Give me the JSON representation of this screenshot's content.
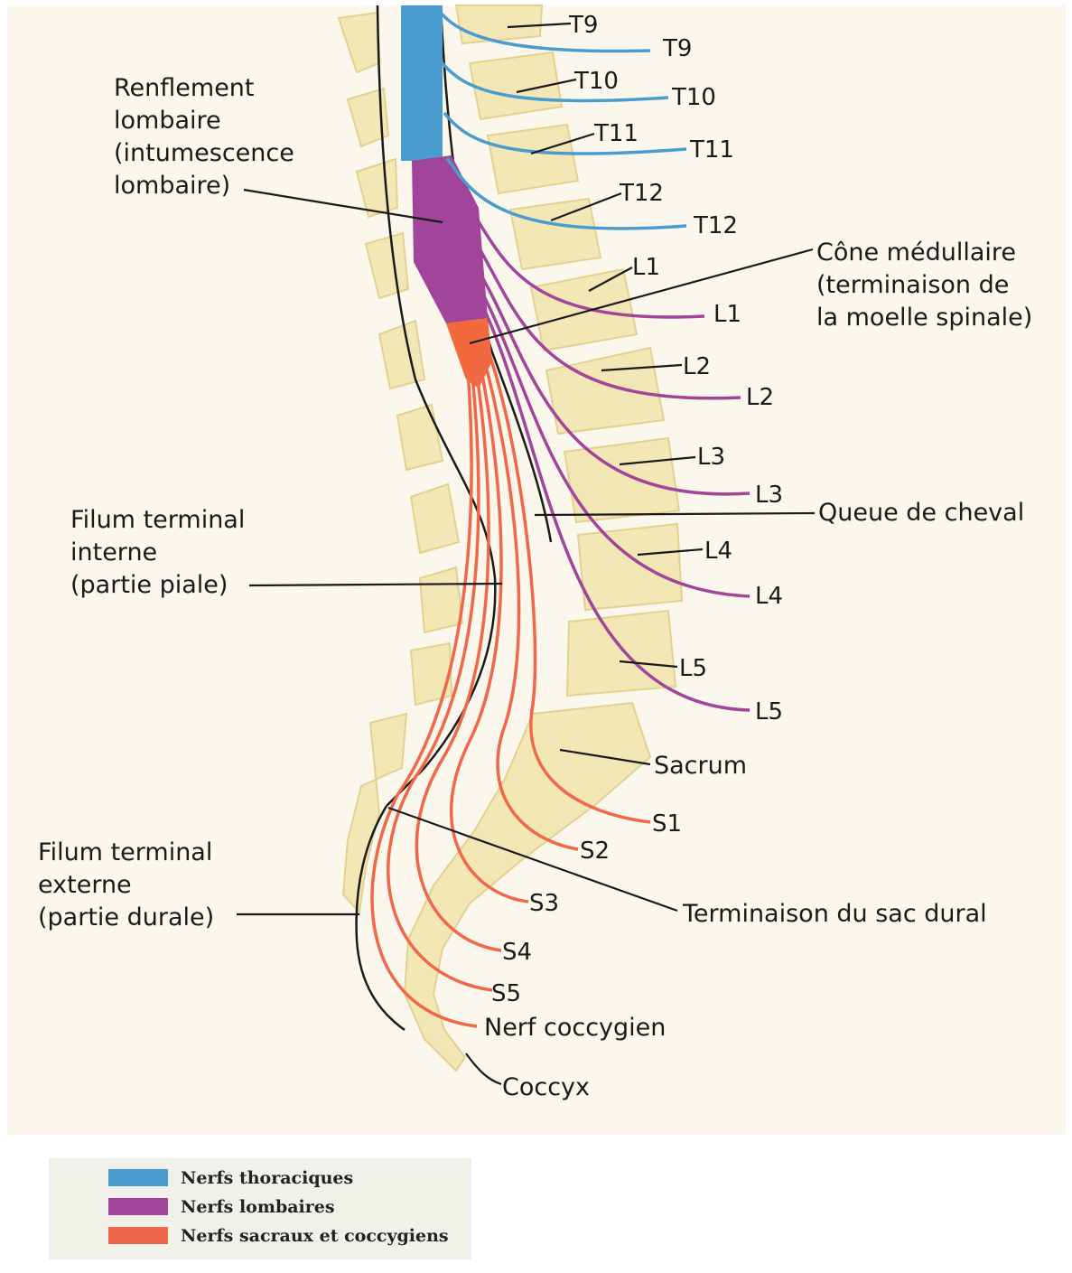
{
  "title_labels": {
    "renflement_line1": "Renflement",
    "renflement_line2": "lombaire",
    "renflement_line3": "(intumescence",
    "renflement_line4": "lombaire)",
    "cone_line1": "Cône médullaire",
    "cone_line2": "(terminaison de",
    "cone_line3": "la moelle spinale)",
    "queue": "Queue de cheval",
    "filum_int_line1": "Filum terminal",
    "filum_int_line2": "interne",
    "filum_int_line3": "(partie piale)",
    "filum_ext_line1": "Filum terminal",
    "filum_ext_line2": "externe",
    "filum_ext_line3": "(partie durale)",
    "sacrum": "Sacrum",
    "terminaison_sac": "Terminaison du sac dural",
    "nerf_coccygien": "Nerf coccygien",
    "coccyx": "Coccyx"
  },
  "vertebra_labels": [
    "T9",
    "T10",
    "T11",
    "T12",
    "L1",
    "L2",
    "L3",
    "L4",
    "L5"
  ],
  "nerve_labels": [
    "T9",
    "T10",
    "T11",
    "T12",
    "L1",
    "L2",
    "L3",
    "L4",
    "L5",
    "S1",
    "S2",
    "S3",
    "S4",
    "S5"
  ],
  "legend": [
    {
      "label": "Nerfs thoraciques",
      "color": "#4a9ccf"
    },
    {
      "label": "Nerfs lombaires",
      "color": "#a0459a"
    },
    {
      "label": "Nerfs sacraux et coccygiens",
      "color": "#f0674a"
    }
  ],
  "colors": {
    "bone": "#f3e7b6",
    "bone_shadow": "#e2d28f",
    "thoracic": "#4a9ccf",
    "lumbar": "#a0459a",
    "sacral": "#f0674a",
    "cone": "#f26a3c",
    "legend_bg": "#f1f1ea"
  }
}
